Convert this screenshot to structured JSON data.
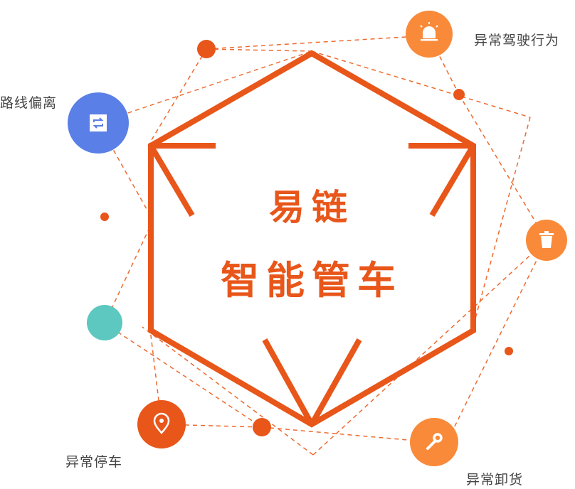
{
  "title": {
    "line1": "易链",
    "line2": "智能管车"
  },
  "nodes": [
    {
      "label": "异常驾驶行为",
      "icon": "alarm-light-icon",
      "color": "#F98A3A"
    },
    {
      "label": "路线偏离",
      "icon": "route-swap-icon",
      "color": "#5A7FE6"
    },
    {
      "label": "",
      "icon": "trash-icon",
      "color": "#F98A3A"
    },
    {
      "label": "",
      "icon": "",
      "color": "#5CC8C0"
    },
    {
      "label": "异常停车",
      "icon": "location-pin-icon",
      "color": "#E8561A"
    },
    {
      "label": "异常卸货",
      "icon": "wrench-icon",
      "color": "#F98A3A"
    }
  ],
  "colors": {
    "accent": "#E8561A",
    "dash": "#EE6A2E"
  }
}
